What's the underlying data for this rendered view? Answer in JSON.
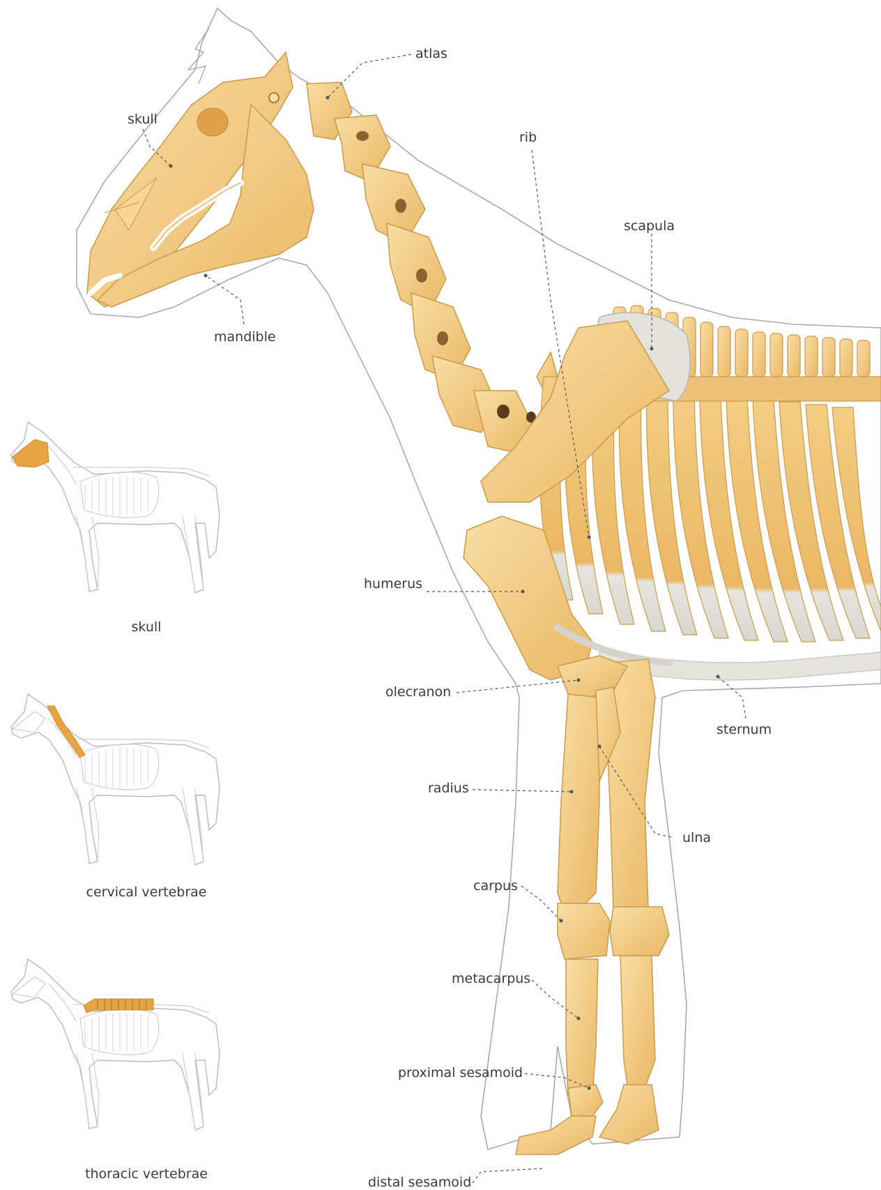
{
  "colors": {
    "bone": "#f2c97a",
    "bone_light": "#f8dca0",
    "bone_edge": "#c99a4a",
    "cartilage": "#e4e2dc",
    "outline": "#a9a9a9",
    "leader": "#555555",
    "highlight": "#e7a443",
    "thumb_line": "#b9b9b9"
  },
  "labels": {
    "atlas": "atlas",
    "skull": "skull",
    "rib": "rib",
    "scapula": "scapula",
    "mandible": "mandible",
    "humerus": "humerus",
    "olecranon": "olecranon",
    "sternum": "sternum",
    "radius": "radius",
    "ulna": "ulna",
    "carpus": "carpus",
    "metacarpus": "metacarpus",
    "proximal_sesamoid": "proximal sesamoid",
    "distal_sesamoid": "distal sesamoid"
  },
  "thumbnails": [
    {
      "caption": "skull",
      "highlight": "skull-region"
    },
    {
      "caption": "cervical vertebrae",
      "highlight": "cervical-region"
    },
    {
      "caption": "thoracic vertebrae",
      "highlight": "thoracic-region"
    }
  ]
}
